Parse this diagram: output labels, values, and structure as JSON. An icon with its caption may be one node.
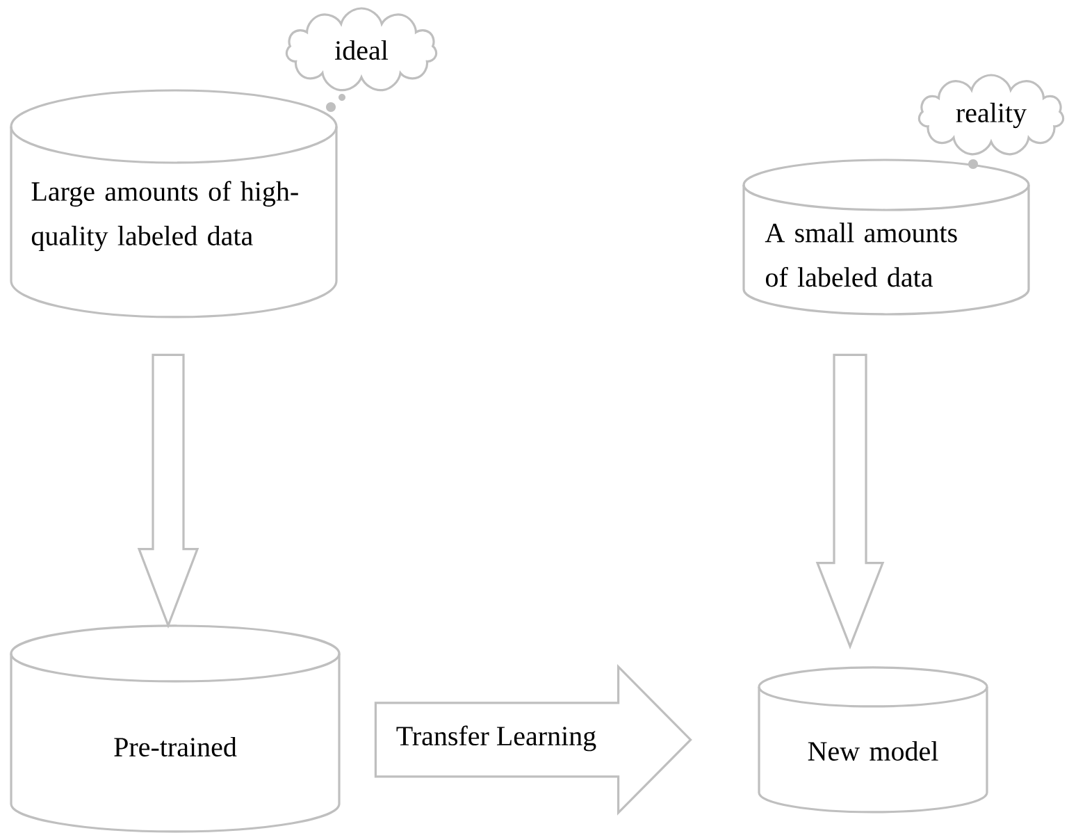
{
  "diagram": {
    "nodes": [
      {
        "text": [
          "ideal"
        ]
      },
      {
        "text": [
          "Large amounts of high-quality labeled data"
        ]
      },
      {
        "text": [
          "reality"
        ]
      },
      {
        "text": [
          "A small amounts of labeled data"
        ]
      },
      {
        "text": [
          "Pre-trained"
        ]
      },
      {
        "text": [
          "New model"
        ]
      }
    ],
    "edges": [
      {
        "from": 1,
        "to": 4,
        "arrow": "to"
      },
      {
        "from": 3,
        "to": 5,
        "arrow": "to"
      },
      {
        "from": 4,
        "to": 5,
        "arrow": "to",
        "label": "Transfer Learning"
      }
    ]
  }
}
